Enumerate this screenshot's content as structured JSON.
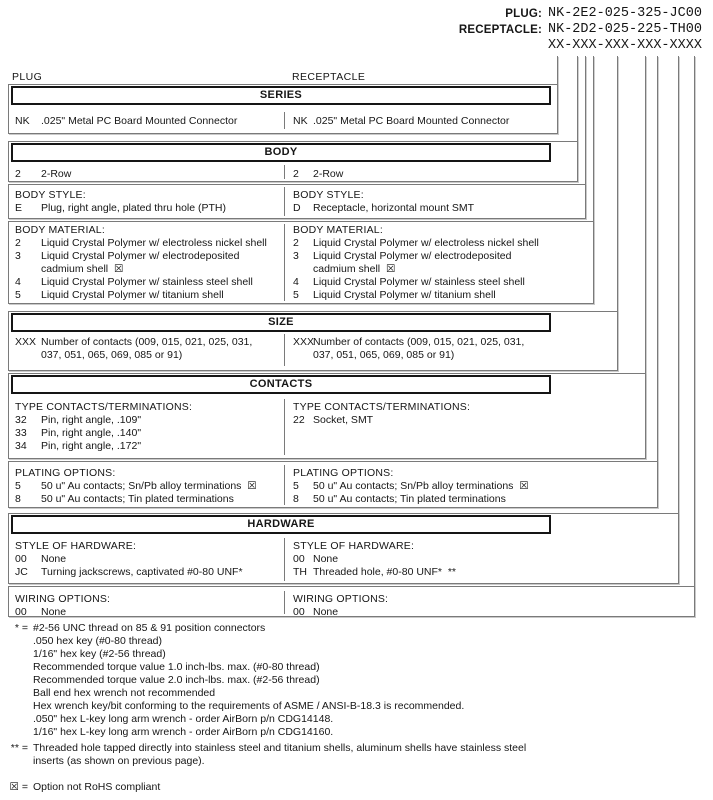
{
  "part_numbers": {
    "plug_label": "PLUG:",
    "plug_value": "NK-2E2-025-325-JC00",
    "receptacle_label": "RECEPTACLE:",
    "receptacle_value": "NK-2D2-025-225-TH00",
    "mask": "XX-XXX-XXX-XXX-XXXX"
  },
  "column_headers": {
    "left": "PLUG",
    "right": "RECEPTACLE"
  },
  "sections": {
    "series": {
      "title": "SERIES",
      "left_rows": [
        {
          "code": "NK",
          "desc": ".025\" Metal PC Board Mounted Connector"
        }
      ],
      "right_rows": [
        {
          "code": "NK",
          "desc": ".025\" Metal PC Board Mounted Connector"
        }
      ]
    },
    "body_row": {
      "title": "BODY",
      "left_rows": [
        {
          "code": "2",
          "desc": "2-Row"
        }
      ],
      "right_rows": [
        {
          "code": "2",
          "desc": "2-Row"
        }
      ]
    },
    "body_style": {
      "subtitle": "BODY STYLE:",
      "left_rows": [
        {
          "code": "E",
          "desc": "Plug, right angle, plated thru hole (PTH)"
        }
      ],
      "right_rows": [
        {
          "code": "D",
          "desc": "Receptacle, horizontal mount SMT"
        }
      ]
    },
    "body_material": {
      "subtitle": "BODY MATERIAL:",
      "left_rows": [
        {
          "code": "2",
          "desc": "Liquid Crystal Polymer w/ electroless nickel shell"
        },
        {
          "code": "3",
          "lines": [
            "Liquid Crystal Polymer w/ electrodeposited",
            "cadmium shell  ☒"
          ]
        },
        {
          "code": "4",
          "desc": "Liquid Crystal Polymer w/ stainless steel shell"
        },
        {
          "code": "5",
          "desc": "Liquid Crystal Polymer w/ titanium shell"
        }
      ],
      "right_rows": [
        {
          "code": "2",
          "desc": "Liquid Crystal Polymer w/ electroless nickel shell"
        },
        {
          "code": "3",
          "lines": [
            "Liquid Crystal Polymer w/ electrodeposited",
            "cadmium shell  ☒"
          ]
        },
        {
          "code": "4",
          "desc": "Liquid Crystal Polymer w/ stainless steel shell"
        },
        {
          "code": "5",
          "desc": "Liquid Crystal Polymer w/ titanium shell"
        }
      ]
    },
    "size": {
      "title": "SIZE",
      "left_rows": [
        {
          "code": "XXX",
          "lines": [
            "Number of contacts (009, 015, 021, 025, 031,",
            "037, 051, 065, 069, 085 or 91)"
          ]
        }
      ],
      "right_rows": [
        {
          "code": "XXX",
          "lines": [
            "Number of contacts (009, 015, 021, 025, 031,",
            "037, 051, 065, 069, 085 or 91)"
          ]
        }
      ]
    },
    "contacts_type": {
      "title": "CONTACTS",
      "subtitle": "TYPE CONTACTS/TERMINATIONS:",
      "left_rows": [
        {
          "code": "32",
          "desc": "Pin, right angle, .109\""
        },
        {
          "code": "33",
          "desc": "Pin, right angle, .140\""
        },
        {
          "code": "34",
          "desc": "Pin, right angle, .172\""
        }
      ],
      "right_rows": [
        {
          "code": "22",
          "desc": "Socket, SMT"
        }
      ]
    },
    "plating": {
      "subtitle": "PLATING OPTIONS:",
      "left_rows": [
        {
          "code": "5",
          "desc": "50 u\" Au contacts; Sn/Pb alloy terminations  ☒"
        },
        {
          "code": "8",
          "desc": "50 u\" Au contacts; Tin plated terminations"
        }
      ],
      "right_rows": [
        {
          "code": "5",
          "desc": "50 u\" Au contacts; Sn/Pb alloy terminations  ☒"
        },
        {
          "code": "8",
          "desc": "50 u\" Au contacts; Tin plated terminations"
        }
      ]
    },
    "hardware_style": {
      "title": "HARDWARE",
      "subtitle": "STYLE OF HARDWARE:",
      "left_rows": [
        {
          "code": "00",
          "desc": "None"
        },
        {
          "code": "JC",
          "desc": "Turning jackscrews, captivated #0-80 UNF*"
        }
      ],
      "right_rows": [
        {
          "code": "00",
          "desc": "None"
        },
        {
          "code": "TH",
          "desc": "Threaded hole, #0-80 UNF*  **"
        }
      ]
    },
    "wiring": {
      "subtitle": "WIRING OPTIONS:",
      "left_rows": [
        {
          "code": "00",
          "desc": "None"
        }
      ],
      "right_rows": [
        {
          "code": "00",
          "desc": "None"
        }
      ]
    }
  },
  "footnotes": {
    "star": {
      "marker": "* =",
      "lines": [
        "#2-56 UNC thread on 85 & 91 position connectors",
        ".050 hex key (#0-80 thread)",
        "1/16\" hex key (#2-56 thread)",
        "Recommended torque value 1.0 inch-lbs. max. (#0-80 thread)",
        "Recommended torque value 2.0 inch-lbs. max. (#2-56 thread)",
        "Ball end hex wrench not recommended",
        "Hex wrench key/bit conforming to the requirements of ASME / ANSI-B-18.3 is recommended.",
        ".050\" hex L-key long arm wrench - order AirBorn p/n CDG14148.",
        "1/16\" hex L-key long arm wrench - order AirBorn p/n CDG14160."
      ]
    },
    "double_star": {
      "marker": "** =",
      "lines": [
        "Threaded hole tapped directly into stainless steel and titanium shells, aluminum shells have stainless steel",
        "inserts (as shown on previous page)."
      ]
    },
    "rohs": {
      "marker": "☒ =",
      "lines": [
        "Option not RoHS compliant"
      ]
    }
  },
  "colors": {
    "box_border": "#7a7a7a",
    "header_border": "#151515",
    "leader_line": "#7a7a7a"
  }
}
